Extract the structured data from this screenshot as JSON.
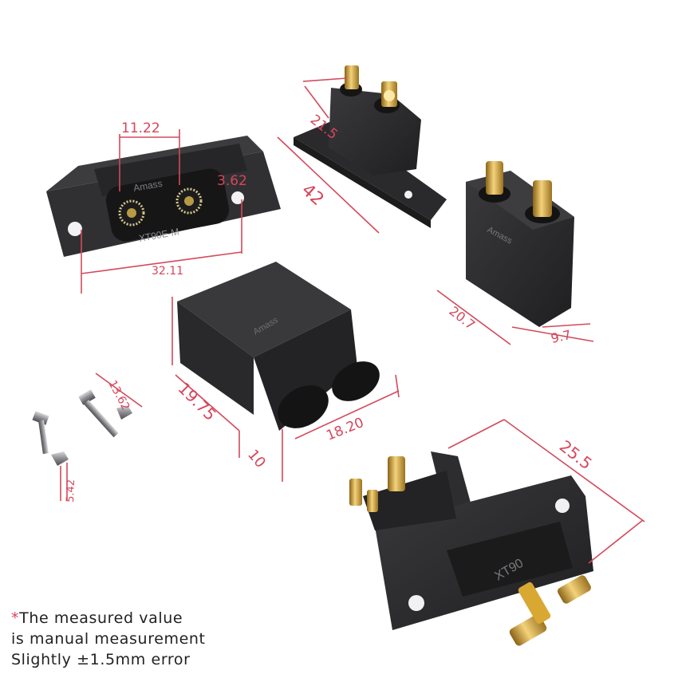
{
  "dimensions": {
    "top_left_pitch": "11.22",
    "top_left_hole": "3.62",
    "top_left_width": "32.11",
    "top_left_marking": "XT90E-M",
    "top_left_brand": "Amass",
    "top_mid_width": "21.5",
    "top_mid_length": "42",
    "right_width": "20.7",
    "right_depth": "9.7",
    "center_height": "19.75",
    "center_width": "18.20",
    "center_depth": "10",
    "center_brand": "Amass",
    "screw_length": "13.62",
    "screw_diameter": "5.42",
    "bottom_width": "25.5",
    "bottom_marking": "XT90",
    "right_brand": "Amass"
  },
  "note": {
    "asterisk": "*",
    "line1": "The measured value",
    "line2": "is manual measurement",
    "line3": "Slightly ±1.5mm error"
  },
  "colors": {
    "dimension": "#d6455a",
    "connector_body": "#2b2b2d",
    "gold": "#d7a93a"
  }
}
